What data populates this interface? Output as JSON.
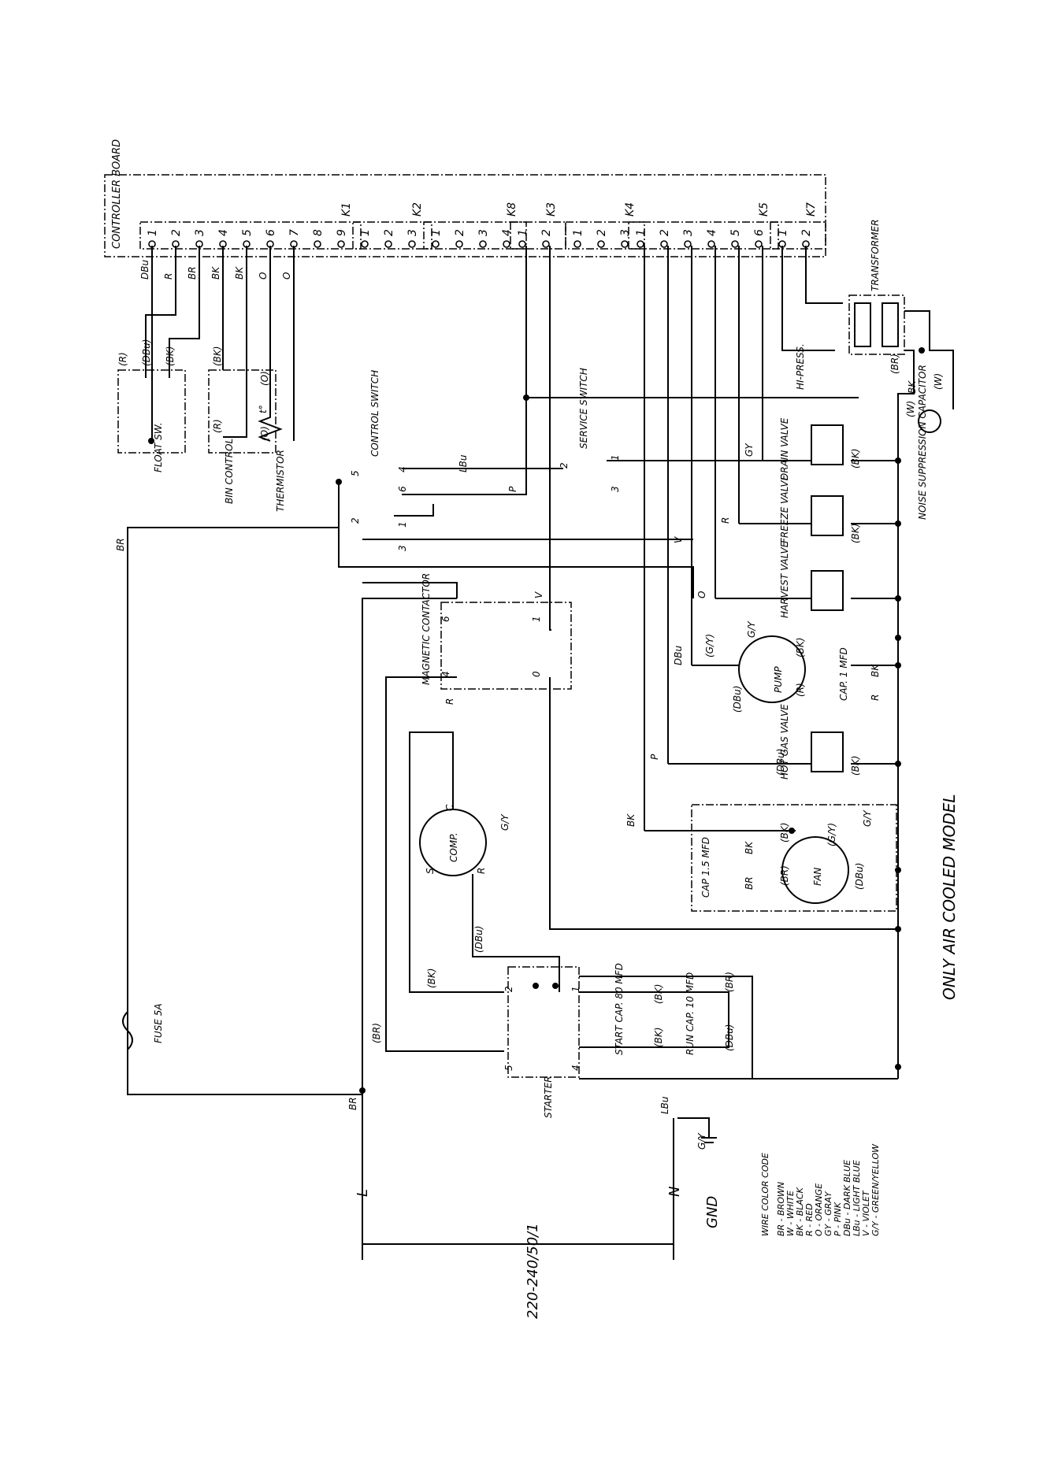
{
  "board": {
    "title": "CONTROLLER BOARD",
    "connectors": [
      {
        "name": "K1",
        "pins": [
          "1",
          "2",
          "3",
          "4",
          "5",
          "6",
          "7",
          "8",
          "9"
        ]
      },
      {
        "name": "K2",
        "pins": [
          "1",
          "2",
          "3"
        ]
      },
      {
        "name": "K8",
        "pins": [
          "1",
          "2",
          "3",
          "4"
        ]
      },
      {
        "name": "K3",
        "pins": [
          "1",
          "2"
        ]
      },
      {
        "name": "K4",
        "pins": [
          "1",
          "2",
          "3"
        ]
      },
      {
        "name": "K5",
        "pins": [
          "1",
          "2",
          "3",
          "4",
          "5",
          "6"
        ]
      },
      {
        "name": "K7",
        "pins": [
          "1",
          "2"
        ]
      }
    ]
  },
  "components": {
    "float_switch": "FLOAT SW.",
    "bin_control": "BIN CONTROL",
    "thermistor": "THERMISTOR",
    "control_switch": "CONTROL SWITCH",
    "service_switch": "SERVICE SWITCH",
    "transformer": "TRANSFORMER",
    "hi_press": "HI-PRESS.",
    "drain_valve": "DRAIN VALVE",
    "freeze_valve": "FREEZE VALVE",
    "harvest_valve": "HARVEST VALVE",
    "pump": "PUMP",
    "pump_cap": "CAP. 1 MFD",
    "hot_gas_valve": "HOT GAS VALVE",
    "magnetic_contactor": "MAGNETIC CONTACTOR",
    "compressor": "COMP.",
    "starter": "STARTER",
    "start_cap": "START CAP. 80 MFD",
    "run_cap": "RUN CAP. 10 MFD",
    "fan": "FAN",
    "fan_cap": "CAP 1.5 MFD",
    "fuse": "FUSE 5A",
    "noise_cap": "NOISE SUPPRESSION CAPACITOR",
    "air_cooled_note": "ONLY AIR COOLED MODEL"
  },
  "wire_labels": {
    "DBu": "DBu",
    "R": "R",
    "BR": "BR",
    "BK": "BK",
    "O": "O",
    "LBu": "LBu",
    "P": "P",
    "V": "V",
    "GY": "GY",
    "GY_slash": "G/Y",
    "pR": "(R)",
    "pDBu": "(DBu)",
    "pBK": "(BK)",
    "pO": "(O)",
    "pBR": "(BR)",
    "pW": "(W)",
    "pGY": "(G/Y)",
    "t": "t°"
  },
  "terminals": {
    "cs5": "5",
    "cs4": "4",
    "cs6": "6",
    "cs2": "2",
    "cs1": "1",
    "cs3": "3",
    "ss2": "2",
    "ss1": "1",
    "ss3": "3",
    "mc6": "6",
    "mc4": "4",
    "mc1": "1",
    "mc0": "0",
    "cS": "S",
    "cC": "C",
    "cR": "R",
    "st2": "2",
    "st1": "1",
    "st5": "5",
    "st4": "4"
  },
  "supply": {
    "voltage": "220-240/50/1",
    "line": "L",
    "neutral": "N",
    "ground": "GND"
  },
  "legend": {
    "title": "WIRE COLOR CODE",
    "entries": [
      "BR - BROWN",
      "W - WHITE",
      "BK - BLACK",
      "R - RED",
      "O - ORANGE",
      "GY - GRAY",
      "P - PINK",
      "DBu - DARK BLUE",
      "LBu - LIGHT BLUE",
      "V - VIOLET",
      "G/Y - GREEN/YELLOW"
    ]
  }
}
